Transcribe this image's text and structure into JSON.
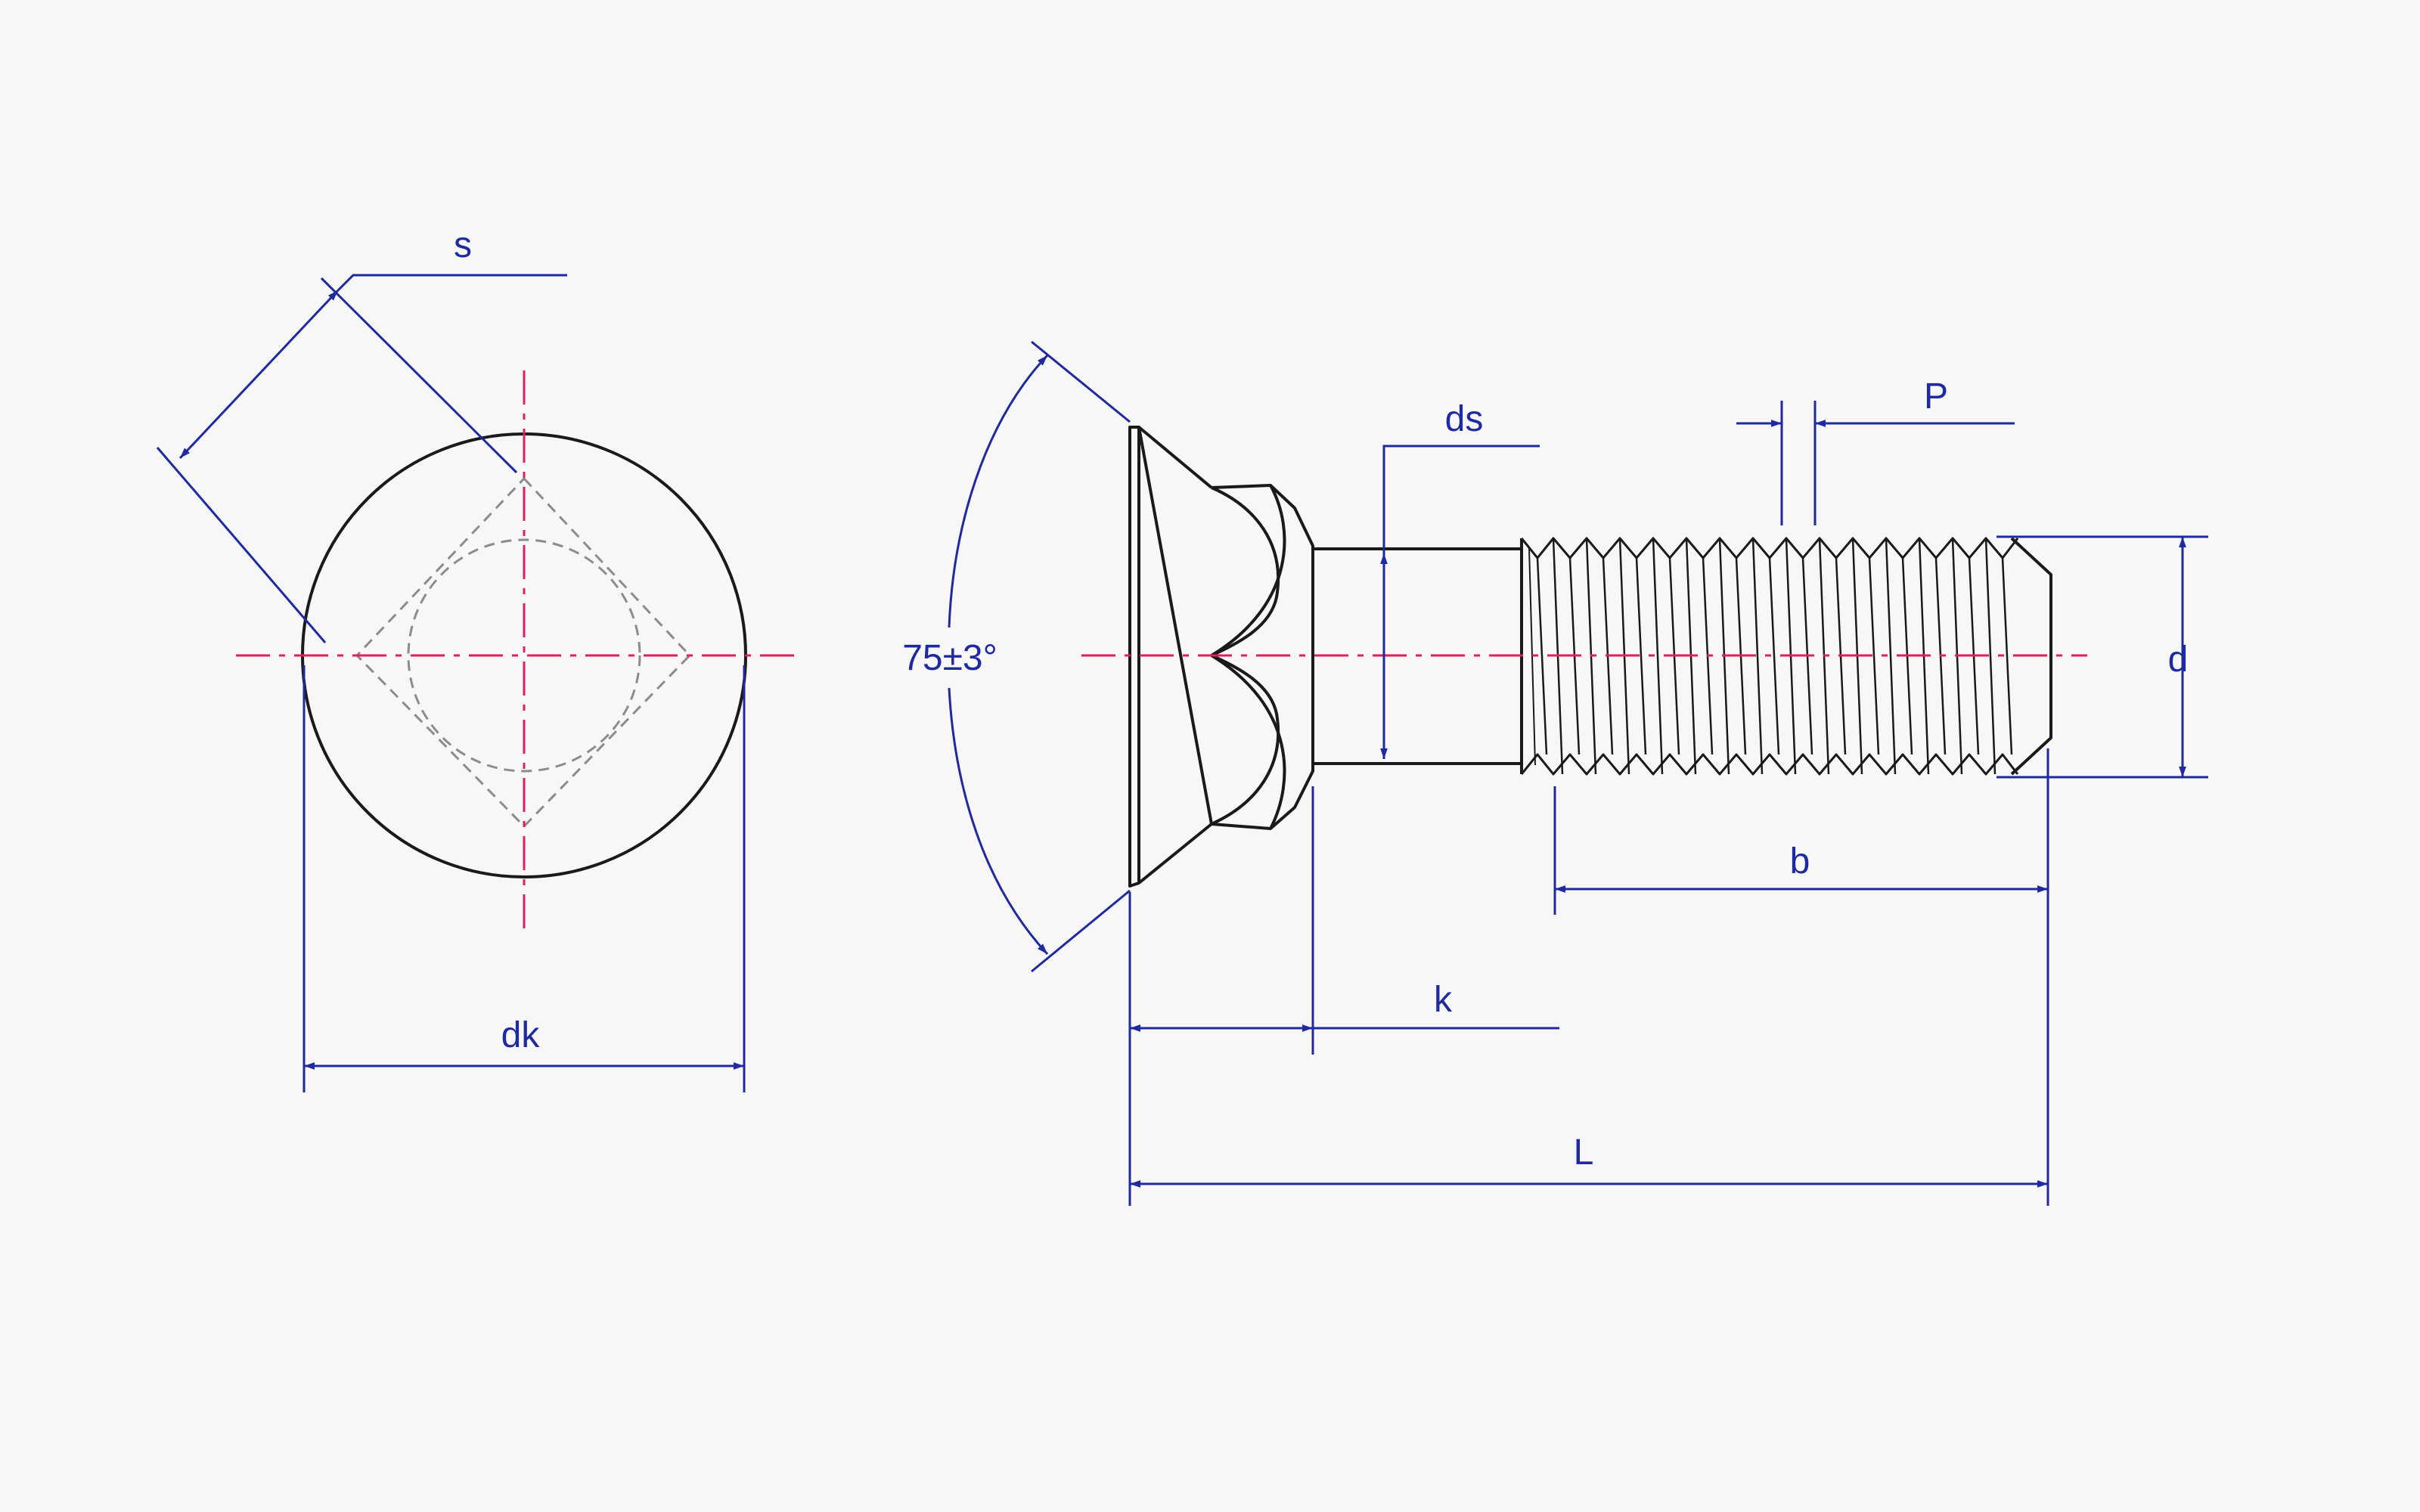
{
  "colors": {
    "outline": "#1a1a1a",
    "hidden": "#8c8c8c",
    "dimension": "#1f2aa0",
    "centerline": "#e0205a",
    "background": "#f7f7f7"
  },
  "labels": {
    "s": "s",
    "dk": "dk",
    "angle": "75±3°",
    "ds": "ds",
    "k": "k",
    "b": "b",
    "L": "L",
    "P": "P",
    "d": "d"
  }
}
